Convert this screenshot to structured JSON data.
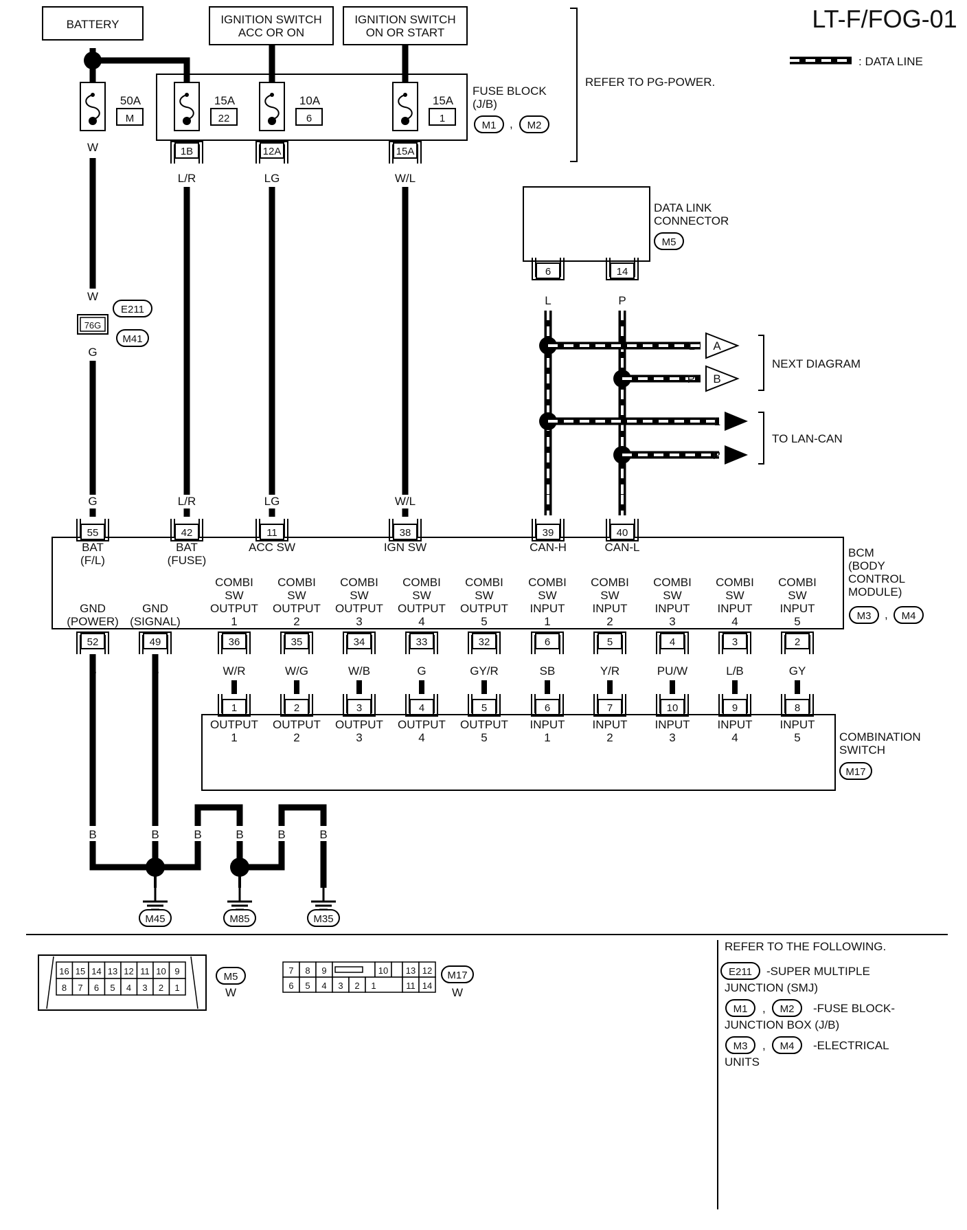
{
  "title": "LT-F/FOG-01",
  "legend": {
    "data_line": ": DATA LINE"
  },
  "power": {
    "battery": "BATTERY",
    "ign_acc_on": [
      "IGNITION SWITCH",
      "ACC OR ON"
    ],
    "ign_on_start": [
      "IGNITION SWITCH",
      "ON OR START"
    ],
    "refer_pg": "REFER TO PG-POWER.",
    "fuse_block": [
      "FUSE BLOCK",
      "(J/B)"
    ],
    "fuse_block_conn": [
      "M1",
      "M2"
    ],
    "fuses": [
      {
        "amp": "50A",
        "id": "M",
        "wire_out": "W"
      },
      {
        "amp": "15A",
        "id": "22",
        "terminal": "1B",
        "wire_out": "L/R"
      },
      {
        "amp": "10A",
        "id": "6",
        "terminal": "12A",
        "wire_out": "LG"
      },
      {
        "amp": "15A",
        "id": "1",
        "terminal": "15A",
        "wire_out": "W/L"
      }
    ]
  },
  "junction": {
    "wire_in": "W",
    "terminal": "76G",
    "wire_out": "G",
    "conn": [
      "E211",
      "M41"
    ]
  },
  "dlc": {
    "label": [
      "DATA LINK",
      "CONNECTOR"
    ],
    "conn": "M5",
    "pins": [
      {
        "pin": "6",
        "wire": "L"
      },
      {
        "pin": "14",
        "wire": "P"
      }
    ]
  },
  "can": {
    "next_diagram": "NEXT DIAGRAM",
    "to_lan_can": "TO LAN-CAN",
    "arrows": [
      {
        "wire": "L",
        "tag": "A"
      },
      {
        "wire": "P",
        "tag": "B"
      },
      {
        "wire": "L",
        "tag": ""
      },
      {
        "wire": "P",
        "tag": ""
      }
    ]
  },
  "bcm": {
    "label": [
      "BCM",
      "(BODY",
      "CONTROL",
      "MODULE)"
    ],
    "conn": [
      "M3",
      "M4"
    ],
    "top_pins": [
      {
        "pin": "55",
        "wire": "G",
        "name": [
          "BAT",
          "(F/L)"
        ]
      },
      {
        "pin": "42",
        "wire": "L/R",
        "name": [
          "BAT",
          "(FUSE)"
        ]
      },
      {
        "pin": "11",
        "wire": "LG",
        "name": [
          "ACC SW"
        ]
      },
      {
        "pin": "38",
        "wire": "W/L",
        "name": [
          "IGN SW"
        ]
      },
      {
        "pin": "39",
        "wire": "L",
        "name": [
          "CAN-H"
        ]
      },
      {
        "pin": "40",
        "wire": "P",
        "name": [
          "CAN-L"
        ]
      }
    ],
    "bottom_pins": [
      {
        "pin": "52",
        "wire": "B",
        "name": [
          "GND",
          "(POWER)"
        ]
      },
      {
        "pin": "49",
        "wire": "B",
        "name": [
          "GND",
          "(SIGNAL)"
        ]
      },
      {
        "pin": "36",
        "wire": "W/R",
        "name": [
          "COMBI",
          "SW",
          "OUTPUT",
          "1"
        ]
      },
      {
        "pin": "35",
        "wire": "W/G",
        "name": [
          "COMBI",
          "SW",
          "OUTPUT",
          "2"
        ]
      },
      {
        "pin": "34",
        "wire": "W/B",
        "name": [
          "COMBI",
          "SW",
          "OUTPUT",
          "3"
        ]
      },
      {
        "pin": "33",
        "wire": "G",
        "name": [
          "COMBI",
          "SW",
          "OUTPUT",
          "4"
        ]
      },
      {
        "pin": "32",
        "wire": "GY/R",
        "name": [
          "COMBI",
          "SW",
          "OUTPUT",
          "5"
        ]
      },
      {
        "pin": "6",
        "wire": "SB",
        "name": [
          "COMBI",
          "SW",
          "INPUT",
          "1"
        ]
      },
      {
        "pin": "5",
        "wire": "Y/R",
        "name": [
          "COMBI",
          "SW",
          "INPUT",
          "2"
        ]
      },
      {
        "pin": "4",
        "wire": "PU/W",
        "name": [
          "COMBI",
          "SW",
          "INPUT",
          "3"
        ]
      },
      {
        "pin": "3",
        "wire": "L/B",
        "name": [
          "COMBI",
          "SW",
          "INPUT",
          "4"
        ]
      },
      {
        "pin": "2",
        "wire": "GY",
        "name": [
          "COMBI",
          "SW",
          "INPUT",
          "5"
        ]
      }
    ]
  },
  "combi_switch": {
    "label": [
      "COMBINATION",
      "SWITCH"
    ],
    "conn": "M17",
    "pins": [
      {
        "pin": "1",
        "name": [
          "OUTPUT",
          "1"
        ]
      },
      {
        "pin": "2",
        "name": [
          "OUTPUT",
          "2"
        ]
      },
      {
        "pin": "3",
        "name": [
          "OUTPUT",
          "3"
        ]
      },
      {
        "pin": "4",
        "name": [
          "OUTPUT",
          "4"
        ]
      },
      {
        "pin": "5",
        "name": [
          "OUTPUT",
          "5"
        ]
      },
      {
        "pin": "6",
        "name": [
          "INPUT",
          "1"
        ]
      },
      {
        "pin": "7",
        "name": [
          "INPUT",
          "2"
        ]
      },
      {
        "pin": "10",
        "name": [
          "INPUT",
          "3"
        ]
      },
      {
        "pin": "9",
        "name": [
          "INPUT",
          "4"
        ]
      },
      {
        "pin": "8",
        "name": [
          "INPUT",
          "5"
        ]
      }
    ]
  },
  "grounds": {
    "wires": [
      "B",
      "B",
      "B",
      "B",
      "B",
      "B"
    ],
    "points": [
      "M45",
      "M85",
      "M35"
    ]
  },
  "connectors_view": {
    "m5": {
      "conn": "M5",
      "color": "W",
      "row1": [
        "16",
        "15",
        "14",
        "13",
        "12",
        "11",
        "10",
        "9"
      ],
      "row2": [
        "8",
        "7",
        "6",
        "5",
        "4",
        "3",
        "2",
        "1"
      ]
    },
    "m17": {
      "conn": "M17",
      "color": "W",
      "row1": [
        "7",
        "8",
        "9",
        "",
        "10",
        "",
        "13",
        "12"
      ],
      "row2": [
        "6",
        "5",
        "4",
        "3",
        "2",
        "1",
        "11",
        "14"
      ]
    }
  },
  "refer": {
    "heading": "REFER TO THE FOLLOWING.",
    "items": [
      {
        "codes": [
          "E211"
        ],
        "desc": [
          "-SUPER MULTIPLE",
          "JUNCTION (SMJ)"
        ]
      },
      {
        "codes": [
          "M1",
          "M2"
        ],
        "desc": [
          "-FUSE BLOCK-",
          "JUNCTION BOX (J/B)"
        ]
      },
      {
        "codes": [
          "M3",
          "M4"
        ],
        "desc": [
          "-ELECTRICAL",
          "UNITS"
        ]
      }
    ]
  }
}
